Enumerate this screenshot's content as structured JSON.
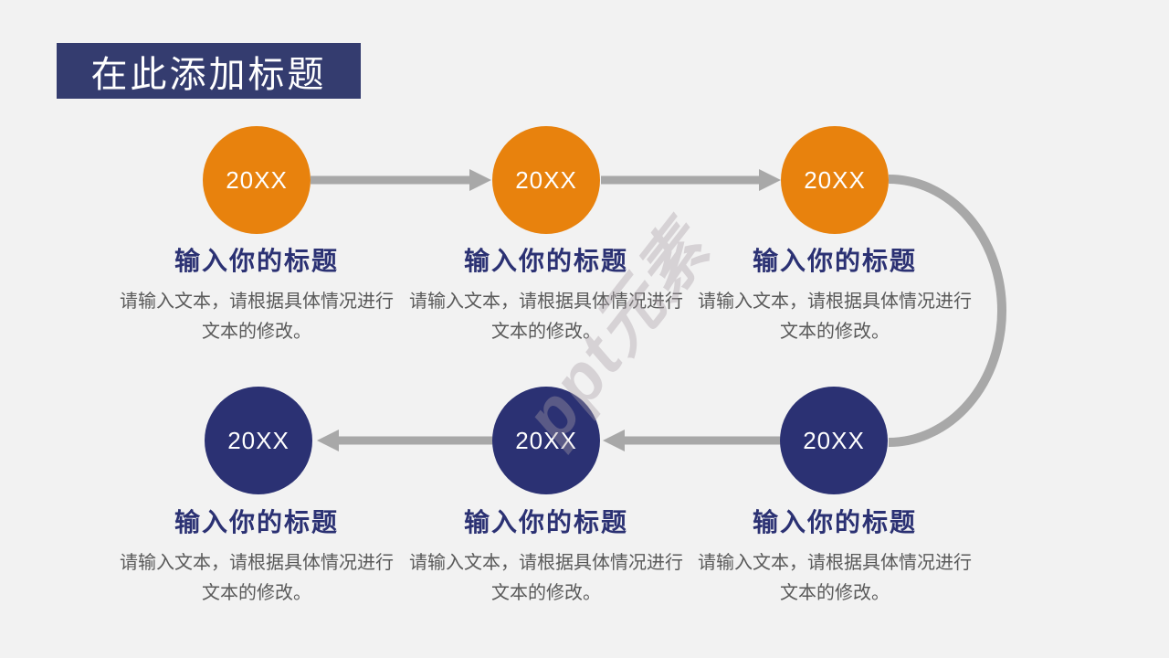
{
  "slide": {
    "title": "在此添加标题",
    "watermark": "ppt元素"
  },
  "colors": {
    "background": "#f2f2f2",
    "title_bar": "#343c6f",
    "orange": "#e8820d",
    "navy": "#2b3173",
    "connector": "#a8a8a8",
    "body_text": "#595959"
  },
  "timeline": {
    "top_row": [
      {
        "year": "20XX",
        "title": "输入你的标题",
        "desc": "请输入文本，请根据具体情况进行文本的修改。"
      },
      {
        "year": "20XX",
        "title": "输入你的标题",
        "desc": "请输入文本，请根据具体情况进行文本的修改。"
      },
      {
        "year": "20XX",
        "title": "输入你的标题",
        "desc": "请输入文本，请根据具体情况进行文本的修改。"
      }
    ],
    "bottom_row": [
      {
        "year": "20XX",
        "title": "输入你的标题",
        "desc": "请输入文本，请根据具体情况进行文本的修改。"
      },
      {
        "year": "20XX",
        "title": "输入你的标题",
        "desc": "请输入文本，请根据具体情况进行文本的修改。"
      },
      {
        "year": "20XX",
        "title": "输入你的标题",
        "desc": "请输入文本，请根据具体情况进行文本的修改。"
      }
    ]
  }
}
